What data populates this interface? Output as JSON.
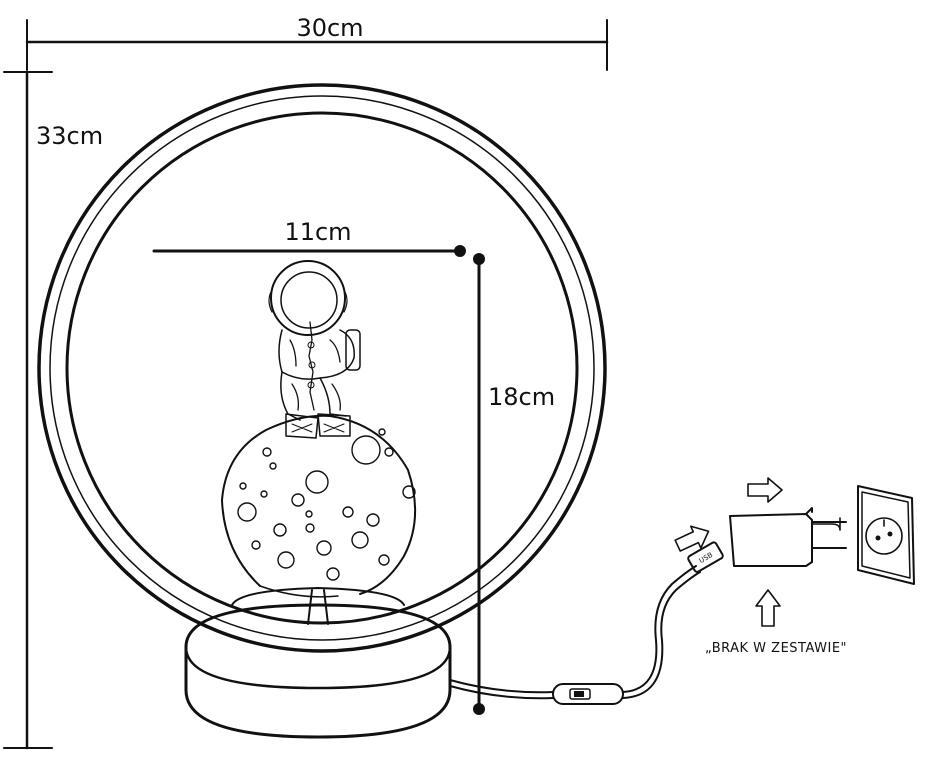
{
  "dimensions": {
    "width_label": "30cm",
    "height_label": "33cm",
    "inner_width_label": "11cm",
    "inner_height_label": "18cm"
  },
  "adapter": {
    "usb_label": "USB",
    "note": "„BRAK W ZESTAWIE\""
  },
  "colors": {
    "line": "#111111",
    "background": "#ffffff"
  }
}
